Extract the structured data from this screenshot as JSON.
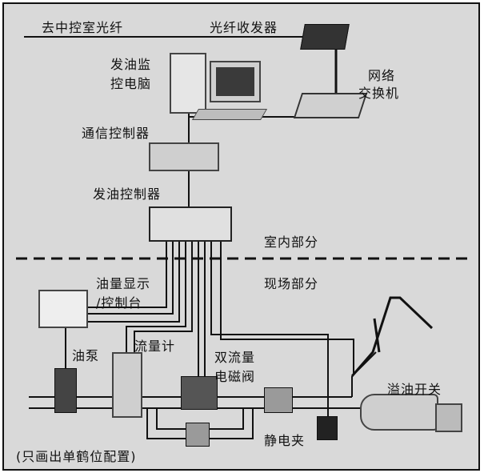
{
  "labels": {
    "center_fiber": "去中控室光纤",
    "transceiver": "光纤收发器",
    "pc_line1": "发油监",
    "pc_line2": "控电脑",
    "switch_line1": "网络",
    "switch_line2": "交换机",
    "comm_controller": "通信控制器",
    "oil_controller": "发油控制器",
    "indoor": "室内部分",
    "field": "现场部分",
    "console_line1": "油量显示",
    "console_line2": "/控制台",
    "pump": "油泵",
    "flowmeter": "流量计",
    "valve_line1": "双流量",
    "valve_line2": "电磁阀",
    "overflow": "溢油开关",
    "static_clamp": "静电夹",
    "note": "(只画出单鹤位配置)"
  }
}
